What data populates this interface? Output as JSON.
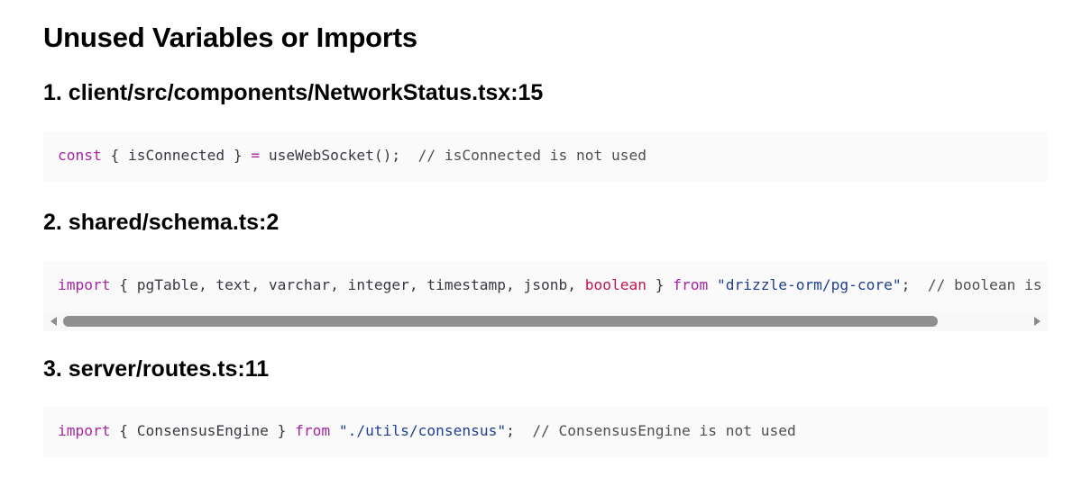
{
  "page": {
    "title": "Unused Variables or Imports"
  },
  "sections": [
    {
      "heading": "1. client/src/components/NetworkStatus.tsx:15",
      "code": {
        "t1": "const",
        "t2": " { isConnected } ",
        "t3": "=",
        "t4": " useWebSocket();  ",
        "t5": "// isConnected is not used"
      }
    },
    {
      "heading": "2. shared/schema.ts:2",
      "code": {
        "t1": "import",
        "t2": " { pgTable, text, varchar, integer, timestamp, jsonb, ",
        "t3": "boolean",
        "t4": " } ",
        "t5": "from",
        "t6": " ",
        "t7": "\"drizzle-orm/pg-core\"",
        "t8": ";  ",
        "t9": "// boolean is not used"
      }
    },
    {
      "heading": "3. server/routes.ts:11",
      "code": {
        "t1": "import",
        "t2": " { ConsensusEngine } ",
        "t3": "from",
        "t4": " ",
        "t5": "\"./utils/consensus\"",
        "t6": ";  ",
        "t7": "// ConsensusEngine is not used"
      }
    }
  ],
  "scrollbar": {
    "left_arrow_icon": "triangle-left-icon",
    "right_arrow_icon": "triangle-right-icon",
    "scroll_position": 0.0,
    "visible_fraction": 0.87
  },
  "colors": {
    "keyword": "#a626a4",
    "literal": "#c0164f",
    "string": "#1f3f8f",
    "comment": "#505050",
    "code_background": "#fafafa"
  }
}
